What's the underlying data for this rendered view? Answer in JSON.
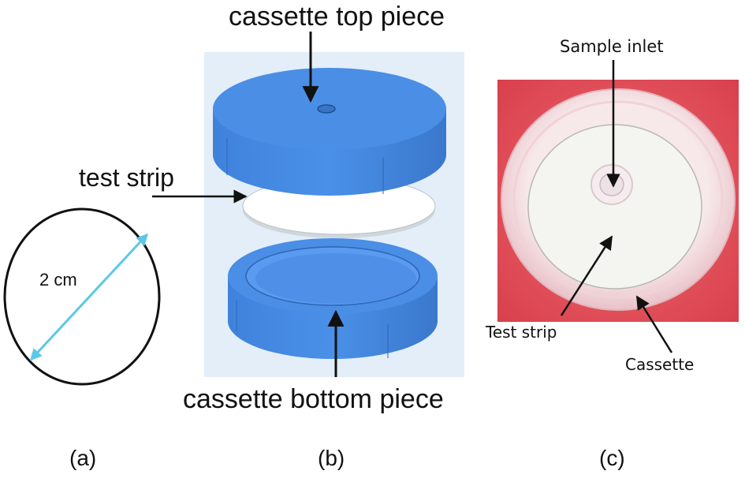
{
  "panel_a": {
    "caption": "(a)",
    "dimension_label": "2 cm",
    "colors": {
      "outline": "#111111",
      "dimension": "#5bc8e6"
    }
  },
  "panel_b": {
    "caption": "(b)",
    "label_top": "cassette top piece",
    "label_strip": "test strip",
    "label_bottom": "cassette bottom piece",
    "colors": {
      "cassette": "#4a8ee6",
      "cassette_dark": "#3a75c4",
      "background": "#e3eef8",
      "strip": "#ffffff"
    }
  },
  "panel_c": {
    "caption": "(c)",
    "label_inlet": "Sample inlet",
    "label_strip": "Test strip",
    "label_cassette": "Cassette",
    "colors": {
      "background": "#e8505a",
      "cassette": "#f3dfe2",
      "strip": "#f4f5f0"
    }
  }
}
